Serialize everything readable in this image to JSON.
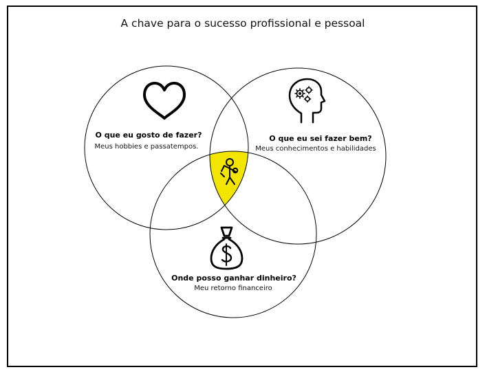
{
  "title": "A chave para o sucesso profissional e pessoal",
  "colors": {
    "intersection": "#f2e600",
    "stroke": "#000000",
    "background": "#ffffff"
  },
  "circles": [
    {
      "id": "passion",
      "icon": "heart-icon",
      "question": "O que eu gosto de fazer?",
      "subtitle": "Meus hobbies e passatempos."
    },
    {
      "id": "skills",
      "icon": "head-gears-icon",
      "question": "O que eu sei fazer bem?",
      "subtitle": "Meus conhecimentos e habilidades"
    },
    {
      "id": "money",
      "icon": "money-bag-icon",
      "question": "Onde posso ganhar dinheiro?",
      "subtitle": "Meu retorno financeiro"
    }
  ],
  "center": {
    "icon": "person-with-key-icon"
  }
}
